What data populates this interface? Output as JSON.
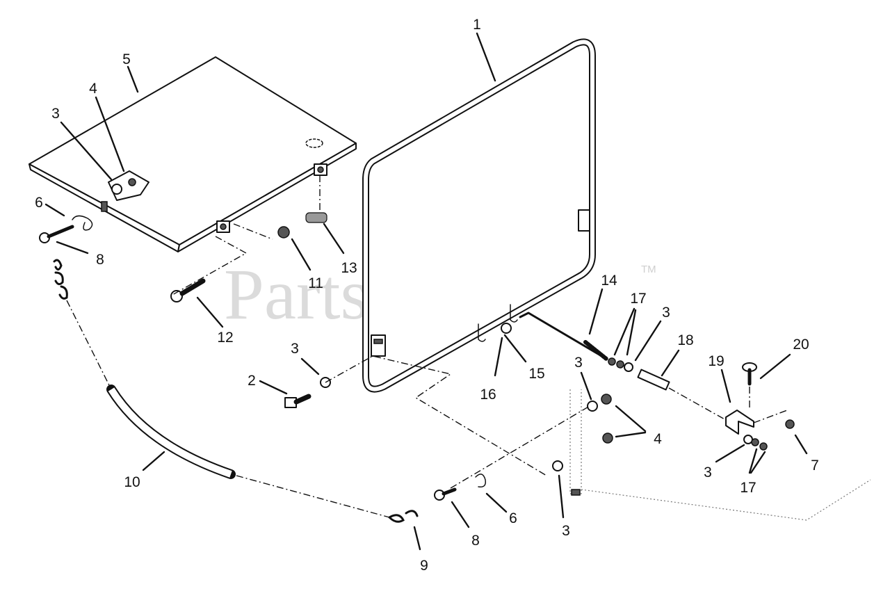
{
  "watermark": {
    "text": "PartsTree",
    "tm": "TM"
  },
  "callouts": {
    "c1": "1",
    "c2": "2",
    "c3a": "3",
    "c3b": "3",
    "c3c": "3",
    "c3d": "3",
    "c3e": "3",
    "c3f": "3",
    "c4a": "4",
    "c4b": "4",
    "c5": "5",
    "c6a": "6",
    "c6b": "6",
    "c7": "7",
    "c8a": "8",
    "c8b": "8",
    "c9": "9",
    "c10": "10",
    "c11": "11",
    "c12": "12",
    "c13": "13",
    "c14": "14",
    "c15": "15",
    "c16": "16",
    "c17a": "17",
    "c17b": "17",
    "c18": "18",
    "c19": "19",
    "c20": "20"
  }
}
